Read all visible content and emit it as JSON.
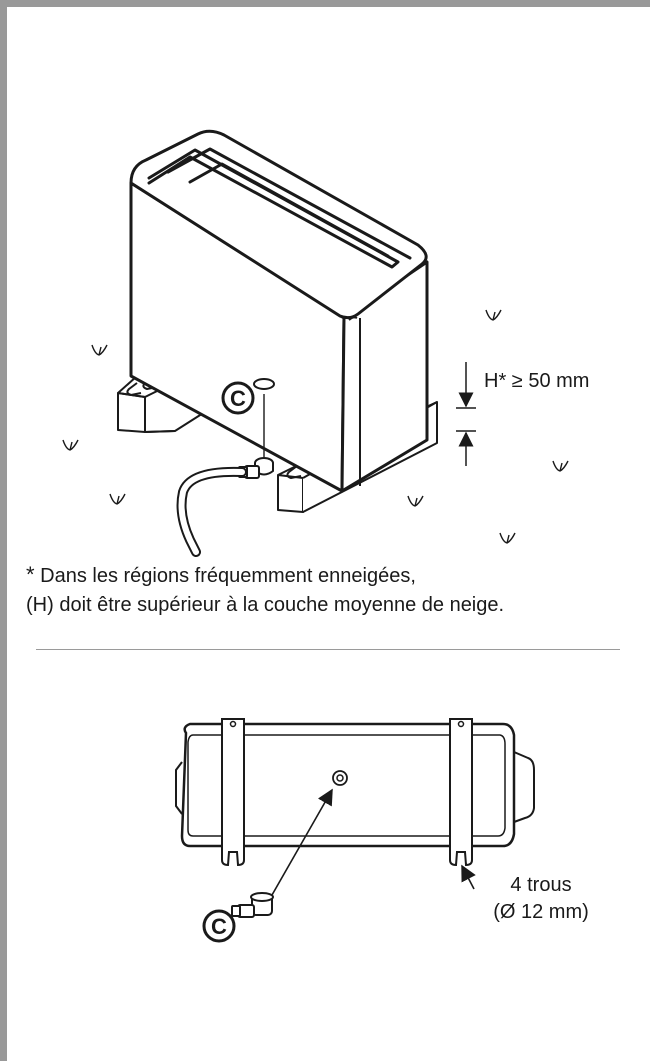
{
  "callout_letter": "C",
  "height_label": "H* ≥ 50 mm",
  "note": {
    "star": "*",
    "line1": "Dans les régions fréquemment enneigées,",
    "line2": "(H) doit être supérieur à la couche moyenne de neige."
  },
  "holes": {
    "line1": "4 trous",
    "line2": "(Ø 12 mm)"
  },
  "colors": {
    "frame": "#999999",
    "line": "#1a1a1a",
    "hidden_line": "#9a9a9a"
  }
}
